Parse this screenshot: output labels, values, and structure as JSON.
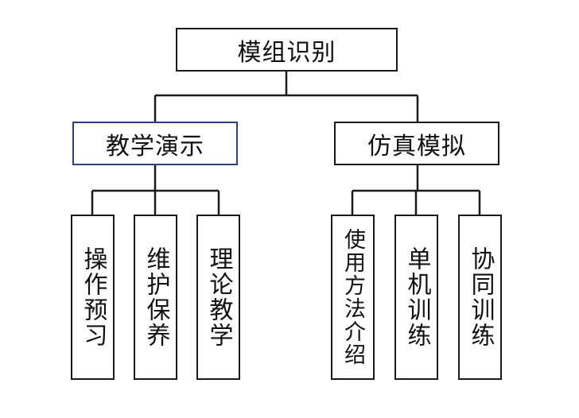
{
  "root": {
    "label": "模组识别"
  },
  "branches": [
    {
      "label": "教学演示",
      "selected": true,
      "children": [
        {
          "label": "操作预习"
        },
        {
          "label": "维护保养"
        },
        {
          "label": "理论教学"
        }
      ]
    },
    {
      "label": "仿真模拟",
      "selected": false,
      "children": [
        {
          "label": "使用方法介绍"
        },
        {
          "label": "单机训练"
        },
        {
          "label": "协同训练"
        }
      ]
    }
  ],
  "colors": {
    "stroke": "#1a1a1a",
    "selected_border": "#2f3f7a",
    "background": "#ffffff"
  }
}
